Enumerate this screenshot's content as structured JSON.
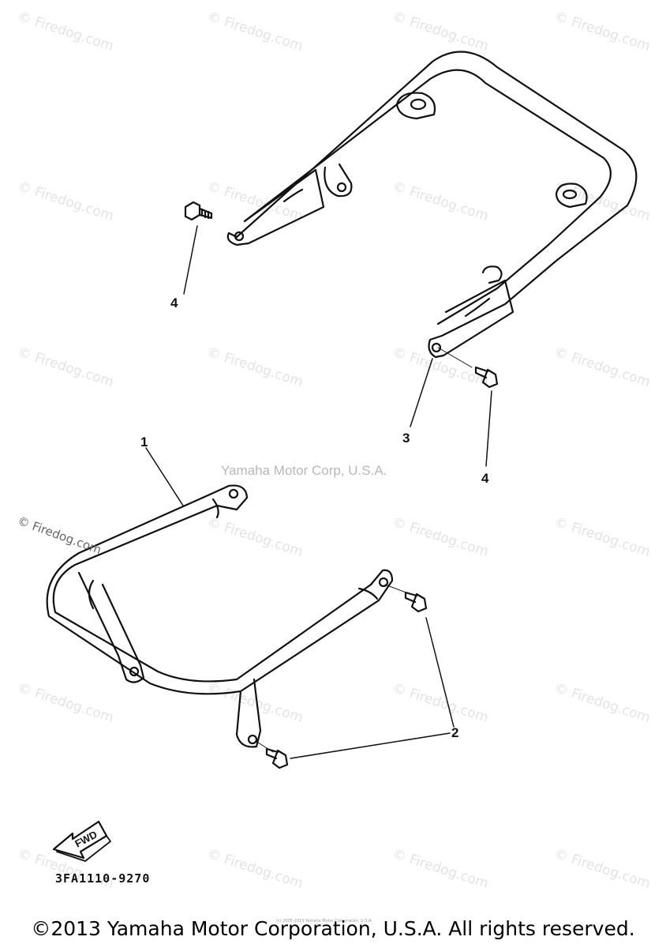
{
  "watermark_text": "© Firedog.com",
  "diagram_code": "3FA1110-9270",
  "corp_overlay": "Yamaha Motor Corp, U.S.A.",
  "firedog_overlay": "© Firedog.com",
  "fine_print": "(c) 2005-2013 Yamaha Motor Corporation, U.S.A.",
  "footer": "©2013 Yamaha Motor Corporation, U.S.A. All rights reserved.",
  "fwd_label": "FWD",
  "callouts": {
    "c1": "1",
    "c2": "2",
    "c3": "3",
    "c4a": "4",
    "c4b": "4"
  },
  "colors": {
    "line": "#111111",
    "watermark": "#e3e3e3"
  }
}
